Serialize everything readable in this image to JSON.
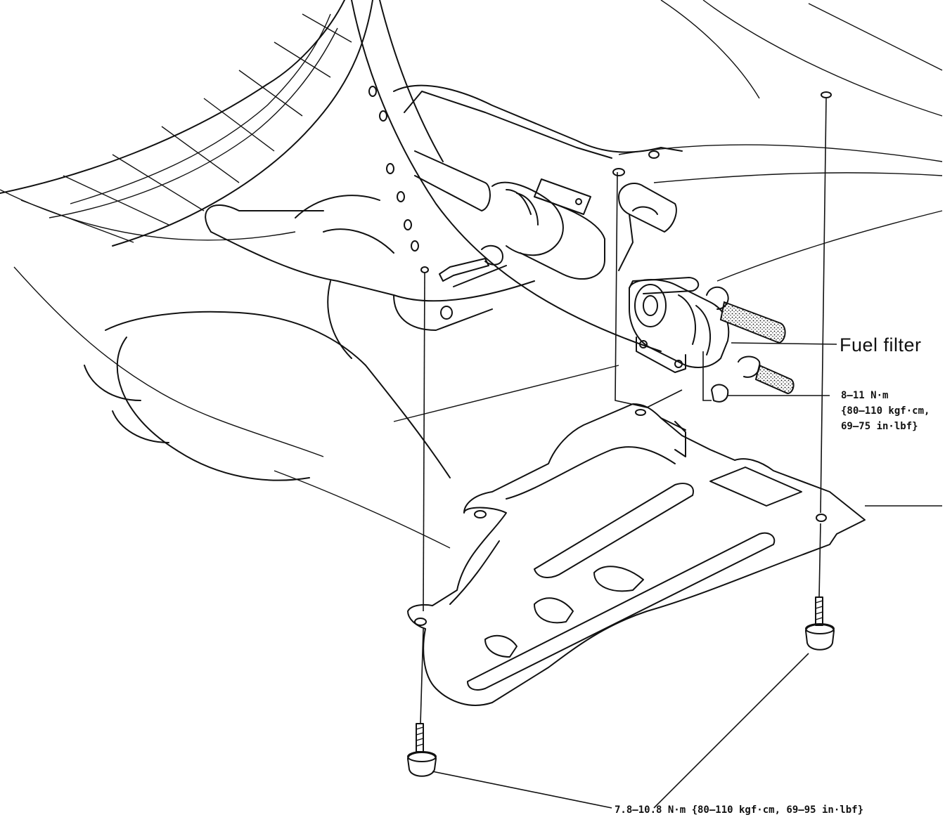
{
  "labels": {
    "fuel_filter": "Fuel filter",
    "filter_torque": {
      "line1": "8–11 N·m",
      "line2": "{80–110 kgf·cm,",
      "line3": "69–75 in·lbf}"
    },
    "cover_torque": "7.8–10.8 N·m {80–110 kgf·cm, 69–95 in·lbf}"
  },
  "colors": {
    "line": "#111111",
    "background": "#ffffff"
  }
}
